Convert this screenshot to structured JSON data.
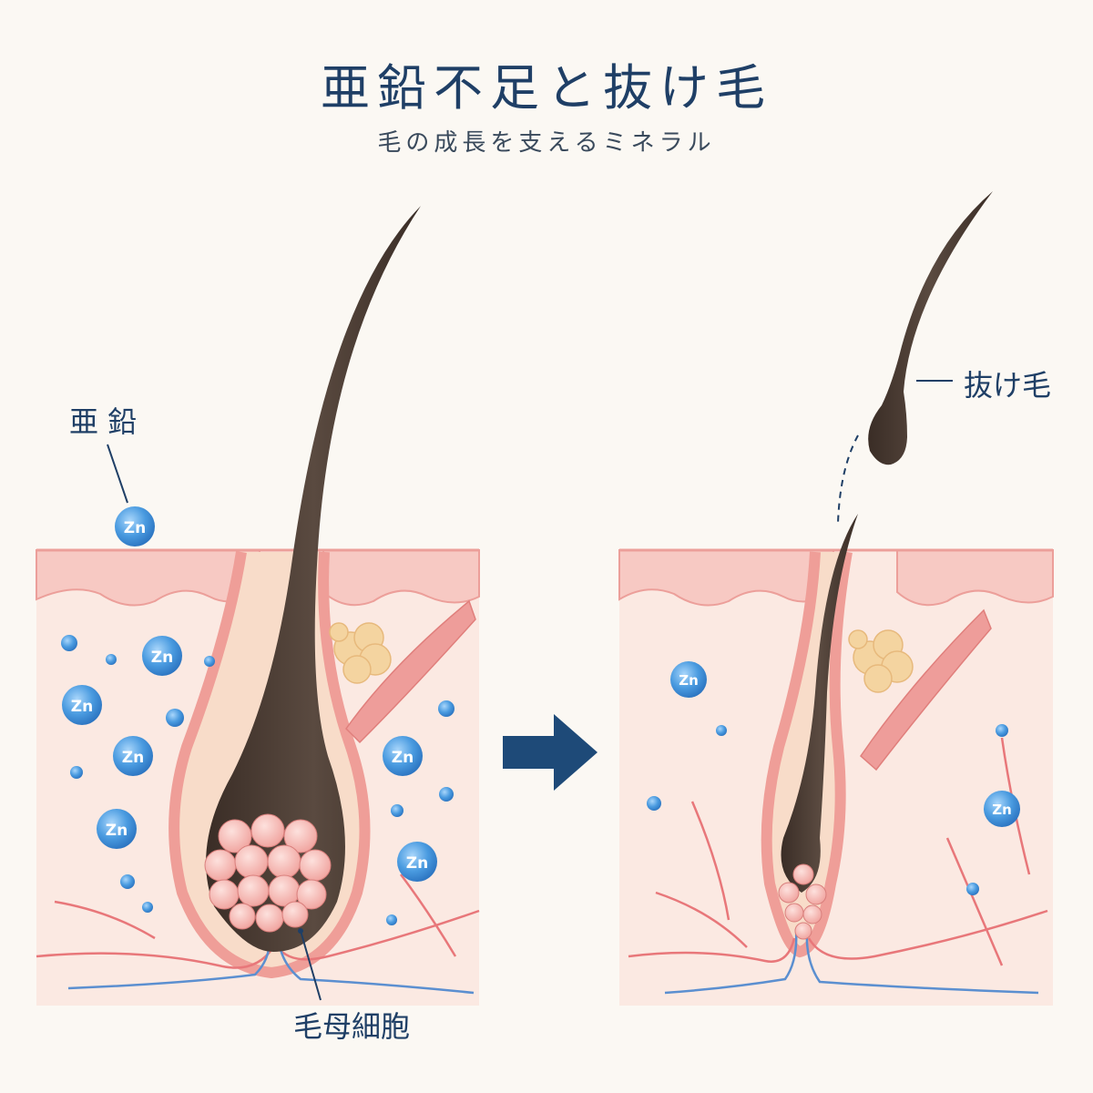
{
  "header": {
    "title": "亜鉛不足と抜け毛",
    "subtitle": "毛の成長を支えるミネラル"
  },
  "labels": {
    "zinc": "亜 鉛",
    "shed_hair": "抜け毛",
    "matrix_cells": "毛母細胞"
  },
  "zinc_symbol": "Zn",
  "colors": {
    "title": "#1f3f66",
    "arrow": "#1e4a78",
    "zinc": "#3d8fd6",
    "hair": "#4a3b33",
    "skin": "#f7c9c3",
    "dermis": "#fbe9e2",
    "sebaceous_gland": "#f4d4a0",
    "cells": "#f2a3a0"
  },
  "panels": [
    {
      "name": "healthy",
      "state": "zinc sufficient"
    },
    {
      "name": "deficient",
      "state": "zinc deficient"
    }
  ],
  "icons": [
    "zinc-ion-icon",
    "arrow-right-icon"
  ]
}
